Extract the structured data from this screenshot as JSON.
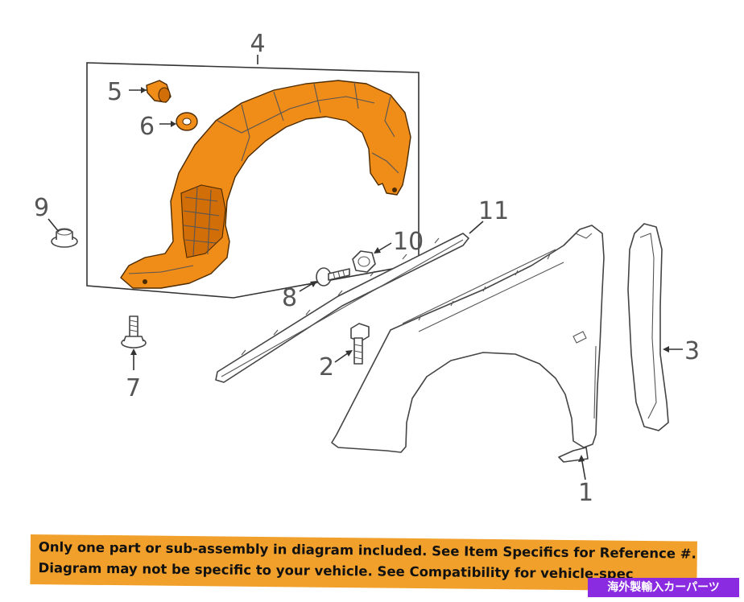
{
  "callouts": {
    "c1": "1",
    "c2": "2",
    "c3": "3",
    "c4": "4",
    "c5": "5",
    "c6": "6",
    "c7": "7",
    "c8": "8",
    "c9": "9",
    "c10": "10",
    "c11": "11"
  },
  "colors": {
    "highlight": "#f08c18",
    "banner": "#f1a12b",
    "stamp": "#8a2be2"
  },
  "banner": {
    "line1": "Only one part or sub-assembly in diagram included. See Item Specifics for Reference #.",
    "line2": "Diagram may not be specific to your vehicle. See Compatibility for vehicle-spec"
  },
  "stamp": {
    "text": "海外製輸入カーパーツ"
  }
}
